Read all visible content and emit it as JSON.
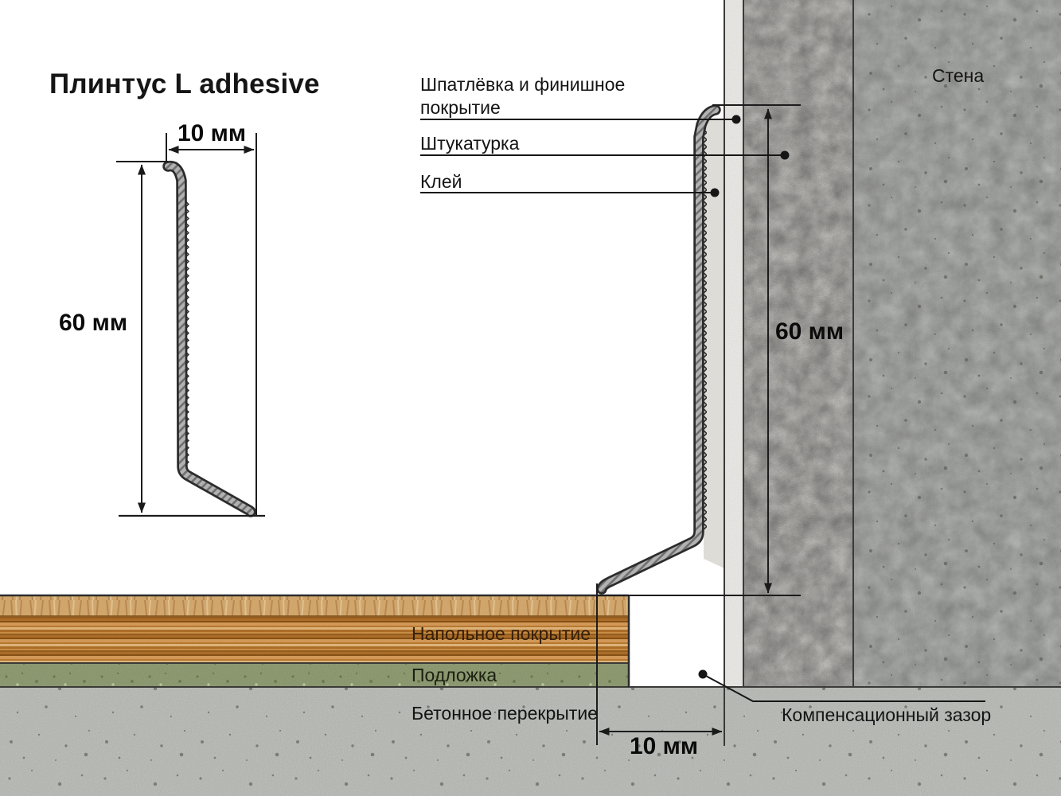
{
  "title": "Плинтус L adhesive",
  "profile_view": {
    "width_label": "10 мм",
    "height_label": "60 мм"
  },
  "installation_view": {
    "height_label": "60 мм",
    "gap_width_label": "10 мм"
  },
  "labels": {
    "putty_line1": "Шпатлёвка и финишное",
    "putty_line2": "покрытие",
    "plaster": "Штукатурка",
    "glue": "Клей",
    "wall": "Стена",
    "floor_covering": "Напольное покрытие",
    "underlay": "Подложка",
    "concrete_slab": "Бетонное перекрытие",
    "expansion_gap": "Компенсационный зазор"
  },
  "colors": {
    "outline": "#2c2c2c",
    "wood": "#c98b45",
    "underlay_green": "#99a77b",
    "concrete": "#c6c8c4",
    "plaster": "#ebe9e5",
    "putty": "#f3f2ef",
    "glue": "#dedcd6"
  }
}
